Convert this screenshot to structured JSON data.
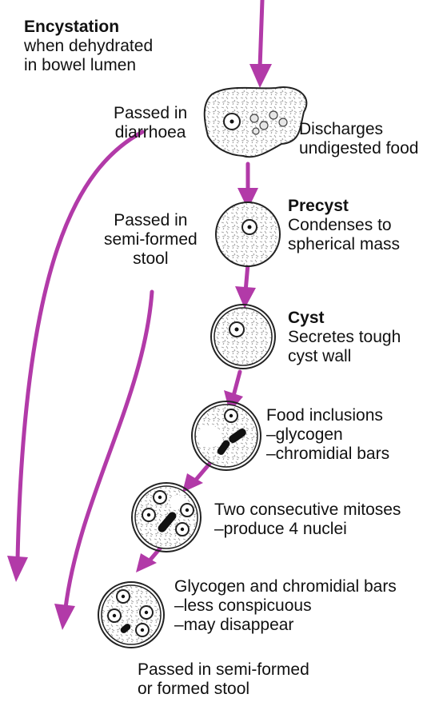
{
  "colors": {
    "arrow": "#b23aa8",
    "stipple": "#9a9a9a",
    "outline": "#222222",
    "bar": "#111111"
  },
  "encystation": {
    "title": "Encystation",
    "line1": "when dehydrated",
    "line2": "in bowel lumen"
  },
  "passed_diarrhoea": {
    "line1": "Passed in",
    "line2": "diarrhoea"
  },
  "discharges": {
    "line1": "Discharges",
    "line2": "undigested food"
  },
  "passed_semiformed": {
    "line1": "Passed in",
    "line2": "semi-formed",
    "line3": "stool"
  },
  "precyst": {
    "title": "Precyst",
    "line1": "Condenses to",
    "line2": "spherical mass"
  },
  "cyst": {
    "title": "Cyst",
    "line1": "Secretes tough",
    "line2": "cyst wall"
  },
  "food_inclusions": {
    "line1": "Food inclusions",
    "line2": "–glycogen",
    "line3": "–chromidial bars"
  },
  "mitoses": {
    "line1": "Two consecutive mitoses",
    "line2": "–produce 4 nuclei"
  },
  "glycogen_bars": {
    "line1": "Glycogen and chromidial bars",
    "line2": "–less conspicuous",
    "line3": "–may disappear"
  },
  "passed_final": {
    "line1": "Passed in semi-formed",
    "line2": "or formed stool"
  }
}
